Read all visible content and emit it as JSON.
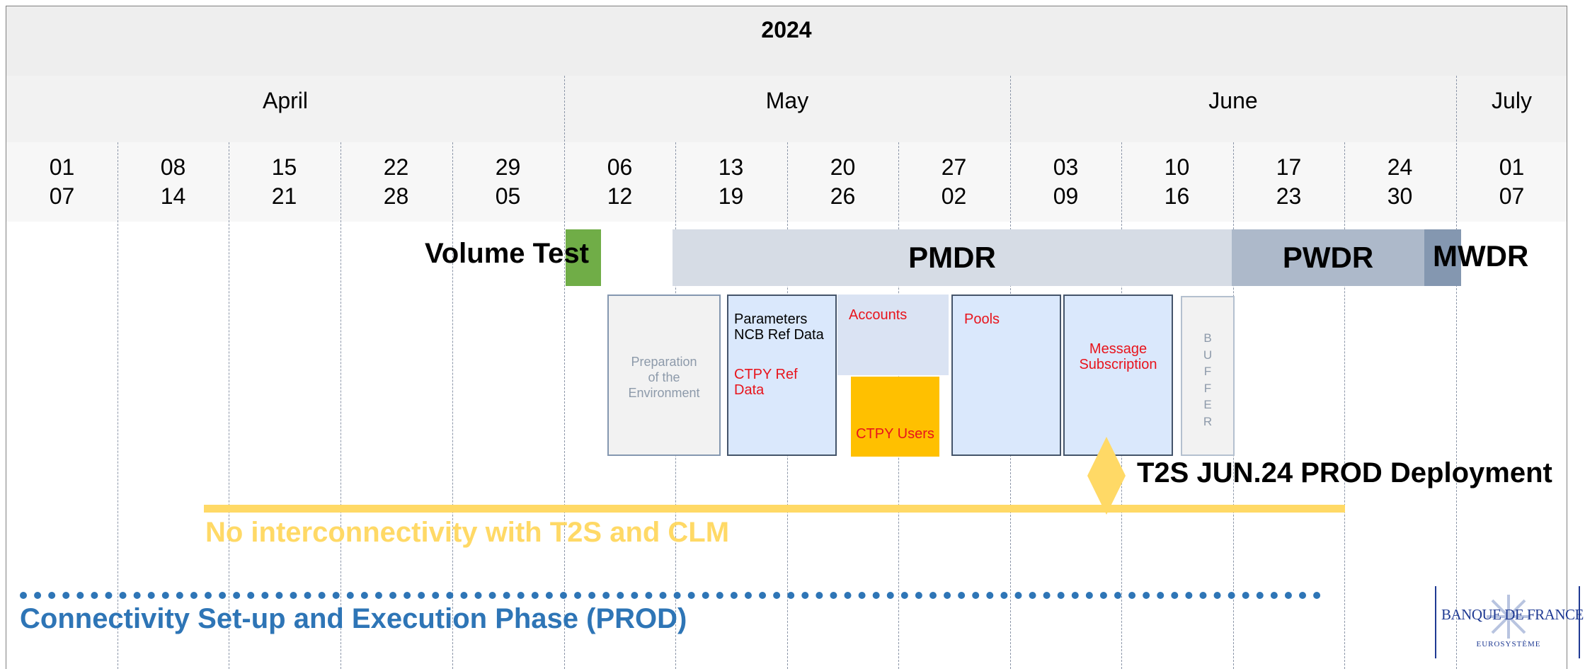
{
  "header": {
    "year": "2024",
    "months": [
      "April",
      "May",
      "June",
      "July"
    ],
    "weeks": [
      {
        "start": "01",
        "end": "07"
      },
      {
        "start": "08",
        "end": "14"
      },
      {
        "start": "15",
        "end": "21"
      },
      {
        "start": "22",
        "end": "28"
      },
      {
        "start": "29",
        "end": "05"
      },
      {
        "start": "06",
        "end": "12"
      },
      {
        "start": "13",
        "end": "19"
      },
      {
        "start": "20",
        "end": "26"
      },
      {
        "start": "27",
        "end": "02"
      },
      {
        "start": "03",
        "end": "09"
      },
      {
        "start": "10",
        "end": "16"
      },
      {
        "start": "17",
        "end": "23"
      },
      {
        "start": "24",
        "end": "30"
      },
      {
        "start": "01",
        "end": "07"
      }
    ]
  },
  "phases": {
    "volume_test": "Volume Test",
    "pmdr": "PMDR",
    "pwdr": "PWDR",
    "mwdr": "MWDR"
  },
  "tasks": {
    "preparation": [
      "Preparation",
      "of the",
      "Environment"
    ],
    "parameters": "Parameters",
    "ncb_ref_data": "NCB Ref Data",
    "ctpy_ref": "CTPY Ref",
    "data": "Data",
    "accounts": "Accounts",
    "ctpy_users": "CTPY Users",
    "pools": "Pools",
    "message": "Message",
    "subscription": "Subscription",
    "buffer": [
      "B",
      "U",
      "F",
      "F",
      "E",
      "R"
    ]
  },
  "milestone": "T2S JUN.24 PROD Deployment",
  "no_interconnectivity": "No interconnectivity with T2S and CLM",
  "connectivity_phase": "Connectivity Set-up and Execution Phase (PROD)",
  "logo": {
    "name": "BANQUE DE FRANCE",
    "sub": "EUROSYSTÈME"
  },
  "colors": {
    "volume_test": "#70ad47",
    "pmdr": "#d6dce5",
    "pwdr": "#adb9ca",
    "mwdr": "#8497b0",
    "task_fill": "#dae8fc",
    "ctpy_users": "#ffc000",
    "milestone": "#ffd966",
    "connectivity": "#2e75b6"
  }
}
